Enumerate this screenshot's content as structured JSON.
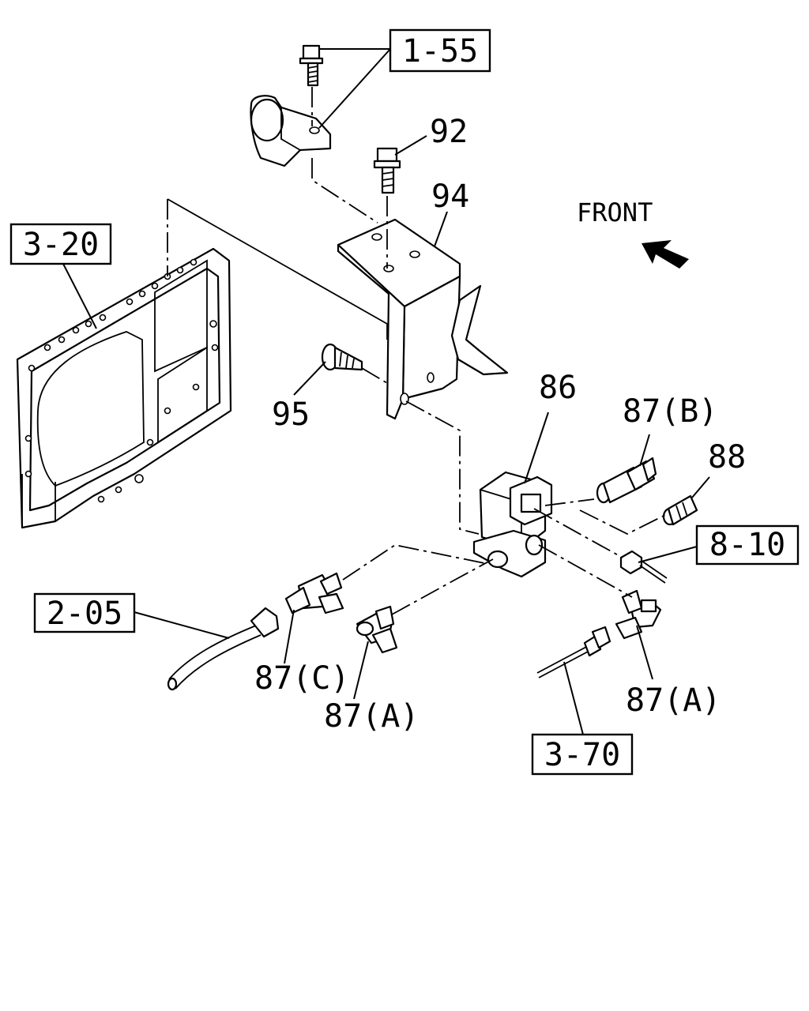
{
  "direction_label": "FRONT",
  "boxed_refs": {
    "r1_55": "1-55",
    "r3_20": "3-20",
    "r8_10": "8-10",
    "r2_05": "2-05",
    "r3_70": "3-70"
  },
  "part_numbers": {
    "p92": "92",
    "p94": "94",
    "p95": "95",
    "p86": "86",
    "p87b": "87(B)",
    "p88": "88",
    "p87c": "87(C)",
    "p87a_left": "87(A)",
    "p87a_right": "87(A)"
  },
  "icons": {
    "arrow": "front-arrow-icon"
  }
}
